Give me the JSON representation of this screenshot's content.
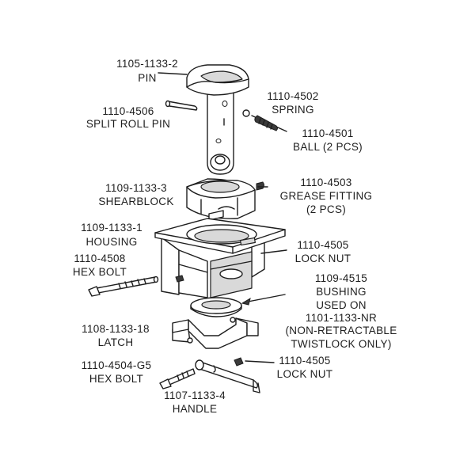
{
  "parts": [
    {
      "id": "pin",
      "number": "1105-1133-2",
      "name": "PIN"
    },
    {
      "id": "split-roll-pin",
      "number": "1110-4506",
      "name": "SPLIT ROLL PIN"
    },
    {
      "id": "spring",
      "number": "1110-4502",
      "name": "SPRING"
    },
    {
      "id": "ball",
      "number": "1110-4501",
      "name": "BALL (2 PCS)"
    },
    {
      "id": "shearblock",
      "number": "1109-1133-3",
      "name": "SHEARBLOCK"
    },
    {
      "id": "grease-fitting",
      "number": "1110-4503",
      "name": "GREASE FITTING",
      "name2": "(2 PCS)"
    },
    {
      "id": "housing",
      "number": "1109-1133-1",
      "name": "HOUSING"
    },
    {
      "id": "lock-nut-top",
      "number": "1110-4505",
      "name": "LOCK NUT"
    },
    {
      "id": "hex-bolt-top",
      "number": "1110-4508",
      "name": "HEX BOLT"
    },
    {
      "id": "bushing",
      "number": "1109-4515",
      "name": "BUSHING",
      "name2": "USED ON",
      "name3": "1101-1133-NR",
      "name4": "(NON-RETRACTABLE",
      "name5": "TWISTLOCK ONLY)"
    },
    {
      "id": "latch",
      "number": "1108-1133-18",
      "name": "LATCH"
    },
    {
      "id": "hex-bolt-bottom",
      "number": "1110-4504-G5",
      "name": "HEX BOLT"
    },
    {
      "id": "lock-nut-bottom",
      "number": "1110-4505",
      "name": "LOCK NUT"
    },
    {
      "id": "handle",
      "number": "1107-1133-4",
      "name": "HANDLE"
    }
  ]
}
